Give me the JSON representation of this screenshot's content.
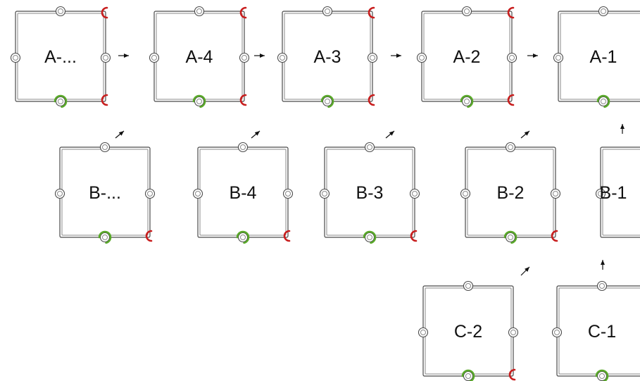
{
  "colors": {
    "connector_green": "#5aaa2a",
    "connector_red": "#c81e1e",
    "frame": "#4a4a4a"
  },
  "tiles": {
    "a_more": {
      "label": "A-..."
    },
    "a4": {
      "label": "A-4"
    },
    "a3": {
      "label": "A-3"
    },
    "a2": {
      "label": "A-2"
    },
    "a1": {
      "label": "A-1"
    },
    "b_more": {
      "label": "B-..."
    },
    "b4": {
      "label": "B-4"
    },
    "b3": {
      "label": "B-3"
    },
    "b2": {
      "label": "B-2"
    },
    "b1": {
      "label": "B-1"
    },
    "c2": {
      "label": "C-2"
    },
    "c1": {
      "label": "C-1"
    }
  },
  "connectors": {
    "a_more": [
      "red-top-right",
      "green-bottom",
      "red-bottom-right"
    ],
    "a4": [
      "red-top-right",
      "green-bottom",
      "red-bottom-right"
    ],
    "a3": [
      "red-top-right",
      "green-bottom",
      "red-bottom-right"
    ],
    "a2": [
      "red-top-right",
      "green-bottom",
      "red-bottom-right"
    ],
    "a1": [
      "green-bottom"
    ],
    "b_more": [
      "green-bottom",
      "red-bottom-right"
    ],
    "b4": [
      "green-bottom",
      "red-bottom-right"
    ],
    "b3": [
      "green-bottom",
      "red-bottom-right"
    ],
    "b2": [
      "green-bottom",
      "red-bottom-right"
    ],
    "b1": [],
    "c2": [
      "green-bottom",
      "red-bottom-right"
    ],
    "c1": [
      "green-bottom"
    ]
  },
  "arrows": {
    "a_more_to_a4": "right-arrow",
    "a4_to_a3": "right-arrow",
    "a3_to_a2": "right-arrow",
    "a2_to_a1": "right-arrow",
    "b_more_to_a_more": "diagonal-arrow",
    "b4_to_a4": "diagonal-arrow",
    "b3_to_a3": "diagonal-arrow",
    "b2_to_a2": "diagonal-arrow",
    "b1_to_a1": "up-arrow",
    "c2_to_b2": "diagonal-arrow",
    "c1_to_b1": "up-arrow"
  }
}
